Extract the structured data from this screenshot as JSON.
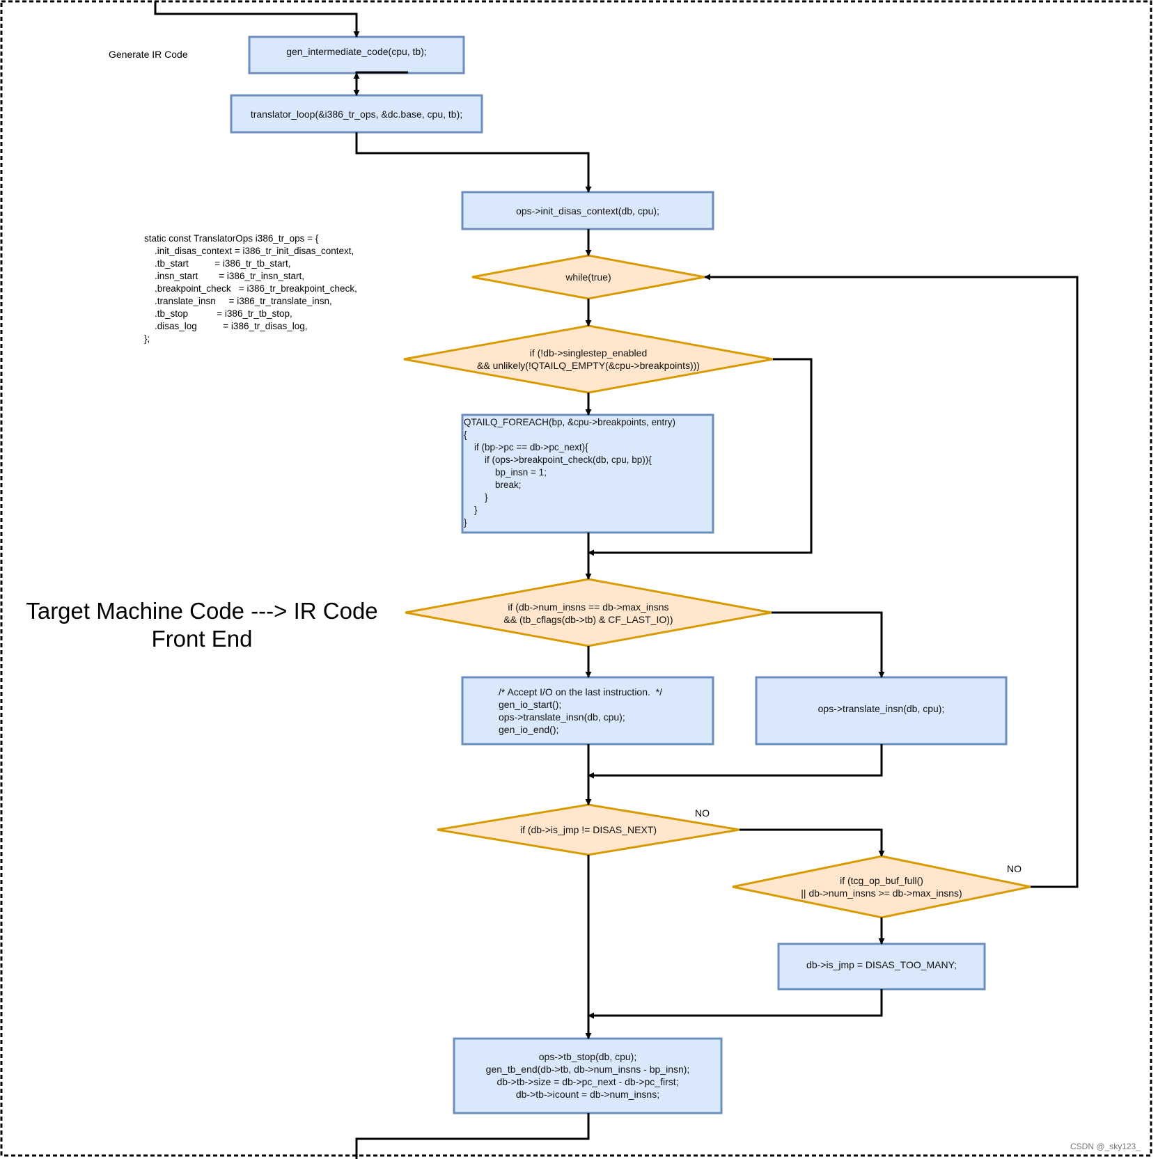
{
  "colors": {
    "process_fill": "#dae8fc",
    "process_stroke": "#6c8ebf",
    "decision_fill": "#ffe6cc",
    "decision_stroke": "#d79b00",
    "arrow": "#000000",
    "frame": "#000000"
  },
  "side_labels": {
    "generate_ir": "Generate IR Code",
    "front_end_line1": "Target Machine Code ---> IR Code",
    "front_end_line2": "Front End",
    "ops_struct": "static const TranslatorOps i386_tr_ops = {\n    .init_disas_context = i386_tr_init_disas_context,\n    .tb_start          = i386_tr_tb_start,\n    .insn_start        = i386_tr_insn_start,\n    .breakpoint_check   = i386_tr_breakpoint_check,\n    .translate_insn     = i386_tr_translate_insn,\n    .tb_stop           = i386_tr_tb_stop,\n    .disas_log          = i386_tr_disas_log,\n};"
  },
  "nodes": {
    "gen_intermediate": "gen_intermediate_code(cpu, tb);",
    "translator_loop": "translator_loop(&i386_tr_ops, &dc.base, cpu, tb);",
    "init_disas": "ops->init_disas_context(db, cpu);",
    "while_true": "while(true)",
    "bp_check_cond": "if (!db->singlestep_enabled\n&& unlikely(!QTAILQ_EMPTY(&cpu->breakpoints)))",
    "bp_foreach": "QTAILQ_FOREACH(bp, &cpu->breakpoints, entry)\n{\n    if (bp->pc == db->pc_next){\n        if (ops->breakpoint_check(db, cpu, bp)){\n            bp_insn = 1;\n            break;\n        }\n    }\n}",
    "last_io_cond": "if (db->num_insns == db->max_insns\n&& (tb_cflags(db->tb) & CF_LAST_IO))",
    "accept_io": "/* Accept I/O on the last instruction.  */\ngen_io_start();\nops->translate_insn(db, cpu);\ngen_io_end();",
    "translate_insn": "ops->translate_insn(db, cpu);",
    "is_jmp_cond": "if (db->is_jmp != DISAS_NEXT)",
    "buf_full_cond": "if (tcg_op_buf_full()\n|| db->num_insns >= db->max_insns)",
    "too_many": "db->is_jmp = DISAS_TOO_MANY;",
    "tb_stop": "ops->tb_stop(db, cpu);\ngen_tb_end(db->tb, db->num_insns - bp_insn);\ndb->tb->size = db->pc_next - db->pc_first;\ndb->tb->icount = db->num_insns;"
  },
  "edge_labels": {
    "no_is_jmp": "NO",
    "no_buf_full": "NO"
  },
  "watermark": "CSDN @_sky123_"
}
